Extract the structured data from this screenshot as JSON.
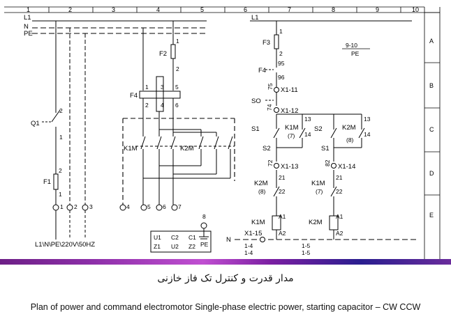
{
  "ruler": {
    "columns": [
      "1",
      "2",
      "3",
      "4",
      "5",
      "6",
      "7",
      "8",
      "9",
      "10"
    ],
    "rows": [
      "A",
      "B",
      "C",
      "D",
      "E"
    ]
  },
  "power": {
    "lines": [
      "L1",
      "N",
      "PE"
    ],
    "components": {
      "q1": "Q1",
      "f1": "F1",
      "f2": "F2",
      "f4": "F4",
      "k1m": "K1M",
      "k2m": "K2M"
    },
    "terminals": [
      "1",
      "2",
      "3",
      "4",
      "5",
      "6",
      "7",
      "8"
    ],
    "supply_label": "L1\\N\\PE\\220V\\50HZ",
    "motor_terminals": [
      "U1",
      "C2",
      "C1",
      "Z1",
      "U2",
      "Z2"
    ],
    "pe_label": "PE",
    "pins": {
      "one": "1",
      "two": "2",
      "three": "3",
      "four": "4",
      "five": "5",
      "six": "6"
    }
  },
  "control": {
    "line_l1": "L1",
    "line_n": "N",
    "f3": "F3",
    "f4": "F4",
    "ref": {
      "top": "9-10",
      "bottom": "PE"
    },
    "pin_95": "95",
    "pin_96": "96",
    "so": "SO",
    "s1": "S1",
    "s2": "S2",
    "k1m": "K1M",
    "k2m": "K2M",
    "terminals": {
      "x1_11": "X1-11",
      "x1_12": "X1-12",
      "x1_13": "X1-13",
      "x1_14": "X1-14",
      "x1_15": "X1-15"
    },
    "wire_nums": {
      "w75": "75",
      "w74": "74",
      "w72": "72",
      "w82": "82"
    },
    "refs": {
      "seven": "(7)",
      "eight": "(8)"
    },
    "contacts": {
      "c13": "13",
      "c14": "14",
      "c21": "21",
      "c22": "22",
      "a1": "A1",
      "a2": "A2"
    },
    "bottom_labels": [
      "1-4",
      "1-4",
      "1-5",
      "1-5"
    ]
  },
  "captions": {
    "persian": "مدار قدرت و کنترل تک فاز خازنی",
    "english": "Plan of power and command  electromotor Single-phase electric power, starting capacitor – CW  CCW"
  }
}
